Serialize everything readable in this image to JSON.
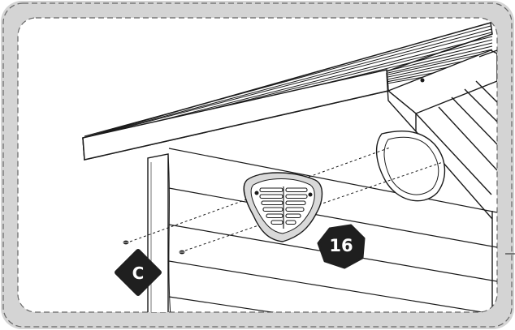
{
  "callouts": {
    "part_label": "C",
    "step_number": "16"
  },
  "colors": {
    "frame_fill": "#d4d4d4",
    "frame_dash": "#666666",
    "line": "#1a1a1a",
    "badge": "#1f1f1f",
    "badge_text": "#ffffff",
    "vent_fill": "#d9d9d9",
    "paper": "#ffffff"
  },
  "icons": {
    "part_badge": "diamond-badge",
    "step_badge": "octagon-badge",
    "screw": "screw-icon",
    "vent": "soffit-vent-icon"
  }
}
